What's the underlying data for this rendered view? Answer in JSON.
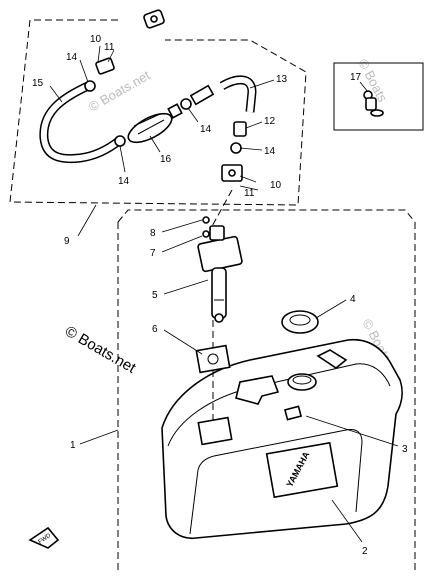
{
  "callouts": {
    "c1": "1",
    "c2": "2",
    "c3": "3",
    "c4": "4",
    "c5": "5",
    "c6": "6",
    "c7": "7",
    "c8": "8",
    "c9": "9",
    "c10a": "10",
    "c11a": "11",
    "c10b": "10",
    "c11b": "11",
    "c12": "12",
    "c13": "13",
    "c14a": "14",
    "c14b": "14",
    "c14c": "14",
    "c14d": "14",
    "c15": "15",
    "c16": "16",
    "c17": "17"
  },
  "watermarks": {
    "main": "© Boats.net",
    "faint_a": "© Boats",
    "faint_b": "© Boats.net",
    "faint_c": "© Boats"
  },
  "tank_brand": "YAMAHA",
  "fwd_label": "FWD"
}
